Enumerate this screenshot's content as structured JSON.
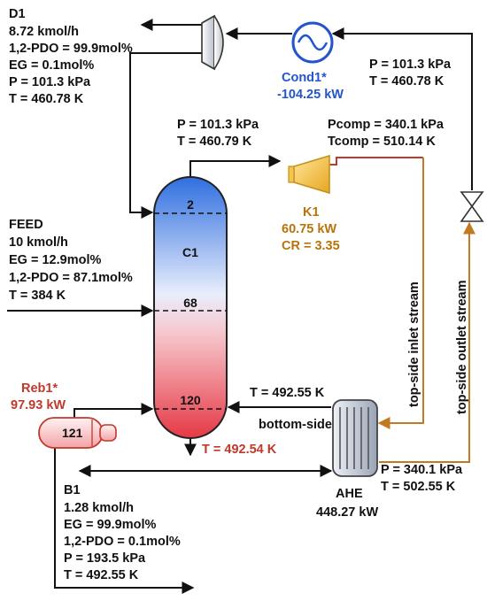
{
  "d1": {
    "name": "D1",
    "flow": "8.72 kmol/h",
    "pdo": "1,2-PDO = 99.9mol%",
    "eg": "EG = 0.1mol%",
    "p": "P = 101.3 kPa",
    "t": "T = 460.78 K"
  },
  "cond": {
    "name": "Cond1*",
    "duty": "-104.25 kW",
    "color": "#2255cc"
  },
  "cond_right": {
    "p": "P = 101.3 kPa",
    "t": "T = 460.78 K"
  },
  "top_vapor": {
    "p": "P = 101.3 kPa",
    "t": "T = 460.79 K"
  },
  "comp_out": {
    "p": "Pcomp = 340.1 kPa",
    "t": "Tcomp = 510.14 K"
  },
  "k1": {
    "name": "K1",
    "power": "60.75 kW",
    "cr": "CR = 3.35",
    "color": "#b8740a"
  },
  "feed": {
    "name": "FEED",
    "flow": "10 kmol/h",
    "eg": "EG = 12.9mol%",
    "pdo": "1,2-PDO = 87.1mol%",
    "t": "T = 384 K"
  },
  "column": {
    "name": "C1",
    "stage_top": "2",
    "stage_feed": "68",
    "stage_bottom": "120"
  },
  "reb": {
    "name": "Reb1*",
    "duty": "97.93 kW",
    "stage": "121",
    "color": "#c0392b"
  },
  "bottom_return": {
    "t": "T = 492.55 K"
  },
  "bottom_side": "bottom-side",
  "bottom_temp": "T = 492.54 K",
  "ahe": {
    "name": "AHE",
    "duty": "448.27 kW"
  },
  "ahe_out": {
    "p": "P = 340.1 kPa",
    "t": "T = 502.55 K"
  },
  "streams": {
    "inlet": "top-side inlet stream",
    "outlet": "top-side outlet stream"
  },
  "b1": {
    "name": "B1",
    "flow": "1.28 kmol/h",
    "eg": "EG = 99.9mol%",
    "pdo": "1,2-PDO = 0.1mol%",
    "p": "P = 193.5 kPa",
    "t": "T = 492.55 K"
  }
}
